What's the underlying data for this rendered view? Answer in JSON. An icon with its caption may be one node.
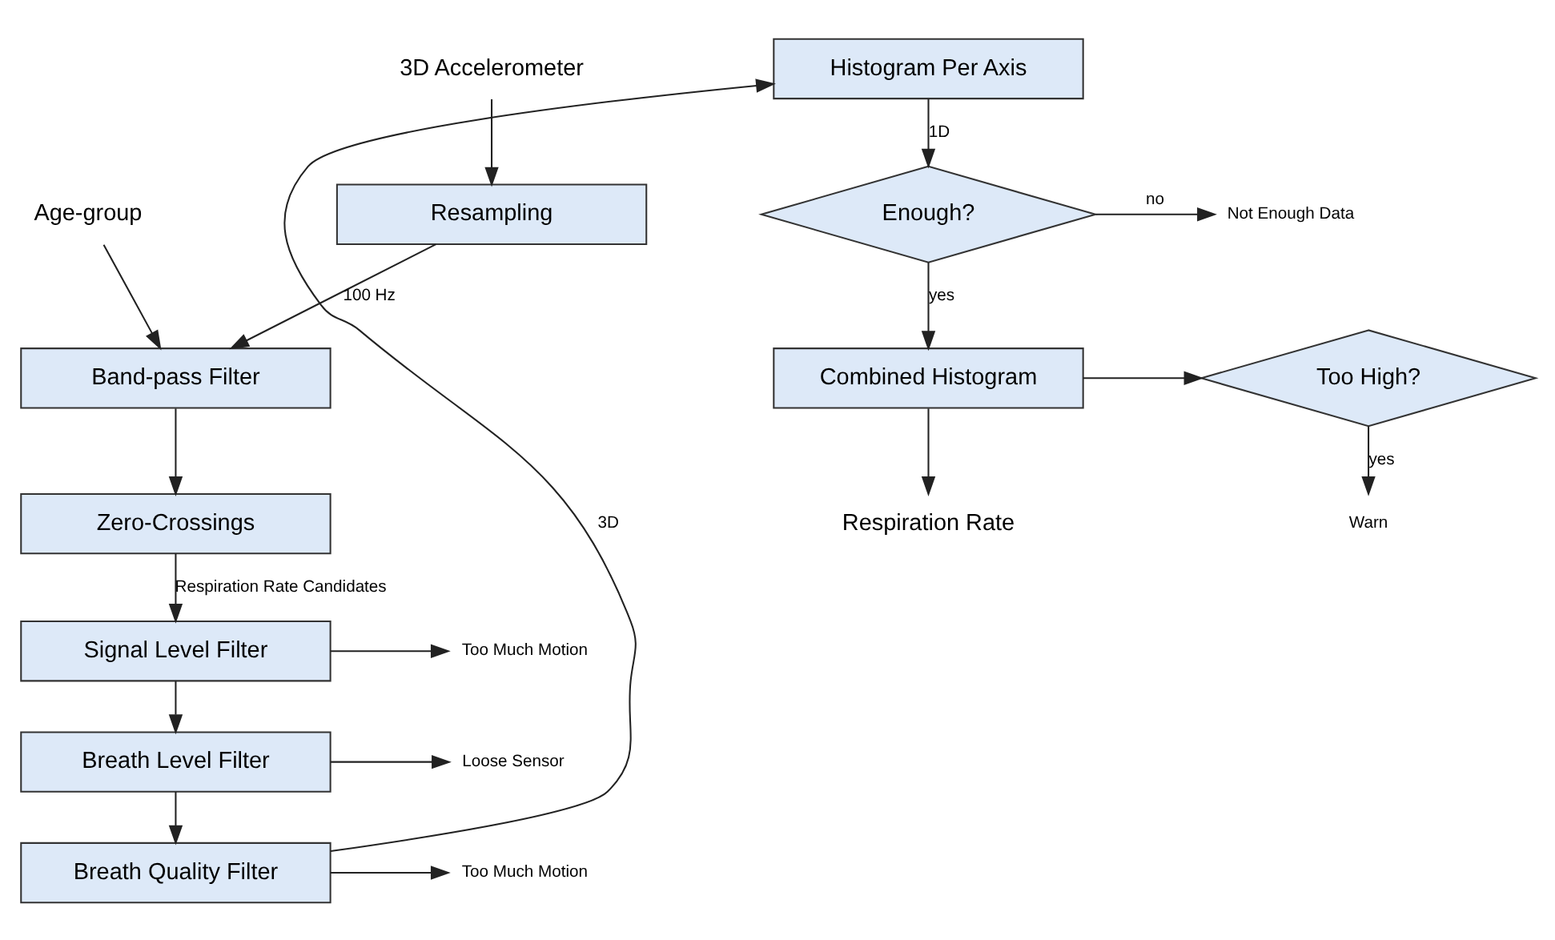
{
  "diagram": {
    "nodes": [
      {
        "text": [
          "3D Accelerometer"
        ]
      },
      {
        "text": [
          "Resampling"
        ]
      },
      {
        "text": [
          "Age-group"
        ]
      },
      {
        "text": [
          "Band-pass Filter"
        ]
      },
      {
        "text": [
          "Zero-Crossings"
        ]
      },
      {
        "text": [
          "Signal Level Filter"
        ]
      },
      {
        "text": [
          "Too Much Motion"
        ]
      },
      {
        "text": [
          "Breath Level Filter"
        ]
      },
      {
        "text": [
          "Loose Sensor"
        ]
      },
      {
        "text": [
          "Breath Quality Filter"
        ]
      },
      {
        "text": [
          "Too Much Motion"
        ]
      },
      {
        "text": [
          "Histogram Per Axis"
        ]
      },
      {
        "text": [
          "Enough?"
        ]
      },
      {
        "text": [
          "Not Enough Data"
        ]
      },
      {
        "text": [
          "Combined Histogram"
        ]
      },
      {
        "text": [
          "Too High?"
        ]
      },
      {
        "text": [
          "Warn"
        ]
      },
      {
        "text": [
          "Respiration Rate"
        ]
      }
    ],
    "edges": [
      {
        "from": 0,
        "to": 1,
        "arrow": "to"
      },
      {
        "from": 1,
        "to": 3,
        "arrow": "to",
        "label": "100 Hz"
      },
      {
        "from": 2,
        "to": 3,
        "arrow": "to"
      },
      {
        "from": 3,
        "to": 4,
        "arrow": "to"
      },
      {
        "from": 4,
        "to": 5,
        "arrow": "to",
        "label": "Respiration Rate Candidates"
      },
      {
        "from": 5,
        "to": 6,
        "arrow": "to"
      },
      {
        "from": 5,
        "to": 7,
        "arrow": "to"
      },
      {
        "from": 7,
        "to": 8,
        "arrow": "to"
      },
      {
        "from": 7,
        "to": 9,
        "arrow": "to"
      },
      {
        "from": 9,
        "to": 10,
        "arrow": "to"
      },
      {
        "from": 9,
        "to": 11,
        "arrow": "to",
        "label": "3D"
      },
      {
        "from": 11,
        "to": 12,
        "arrow": "to",
        "label": "1D"
      },
      {
        "from": 12,
        "to": 13,
        "arrow": "to",
        "label": "no"
      },
      {
        "from": 12,
        "to": 14,
        "arrow": "to",
        "label": "yes"
      },
      {
        "from": 14,
        "to": 15,
        "arrow": "to"
      },
      {
        "from": 14,
        "to": 17,
        "arrow": "to"
      },
      {
        "from": 15,
        "to": 16,
        "arrow": "to",
        "label": "yes"
      }
    ]
  }
}
